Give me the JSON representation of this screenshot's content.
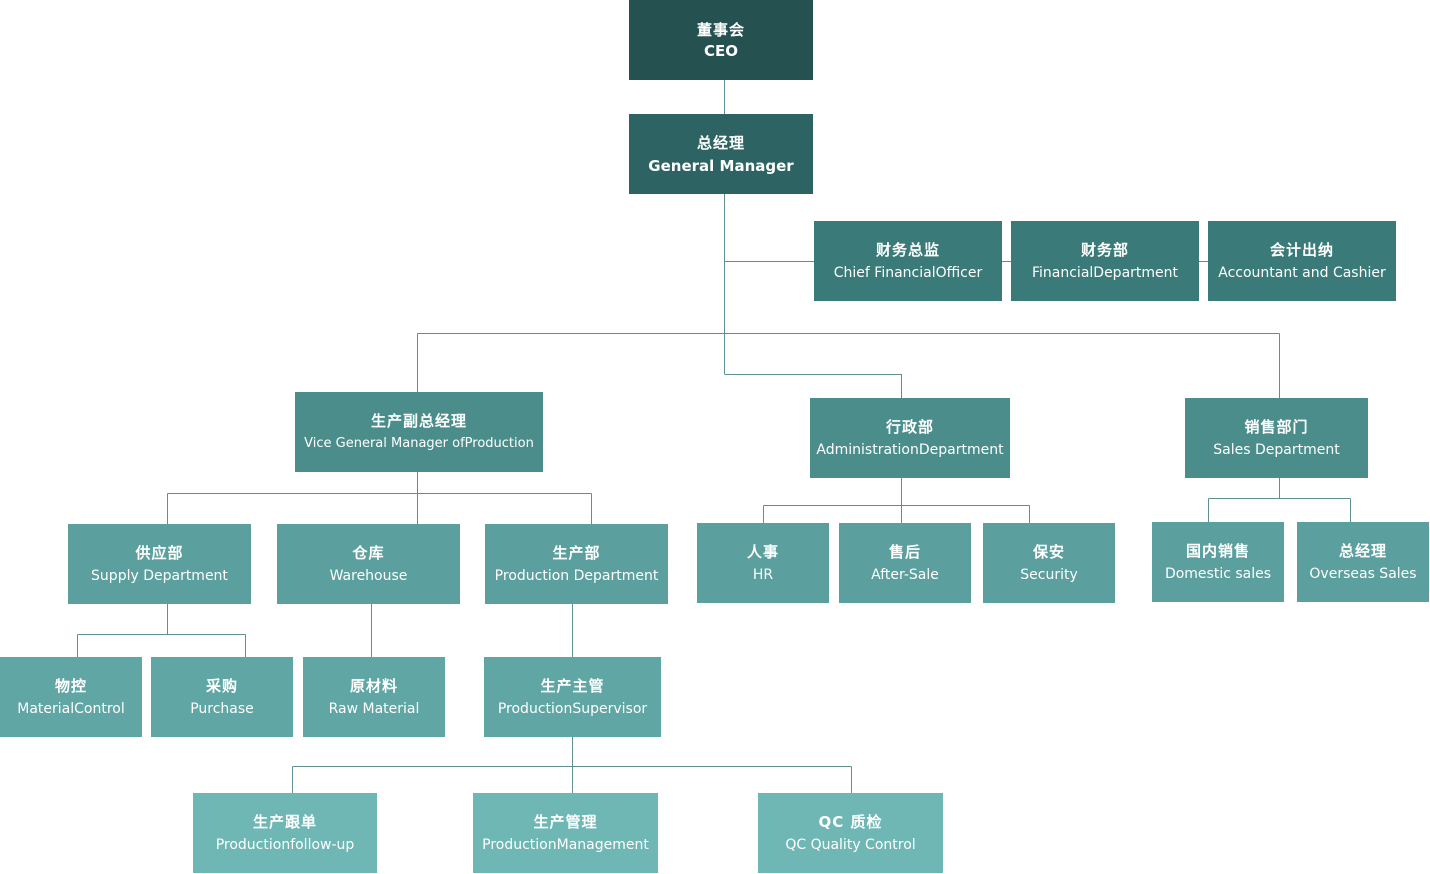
{
  "colors": {
    "line": "#5f8f8e",
    "board": "#255150",
    "manager": "#2d6463",
    "finance": "#3a7b79",
    "department": "#4a8d8b",
    "sub_department": "#5ba09e",
    "unit": "#60a6a4",
    "team": "#6fb7b5"
  },
  "nodes": {
    "ceo": {
      "zh": "董事会",
      "en": "CEO"
    },
    "gm": {
      "zh": "总经理",
      "en": "General Manager"
    },
    "cfo": {
      "zh": "财务总监",
      "en": "Chief FinancialOfficer"
    },
    "fin": {
      "zh": "财务部",
      "en": "FinancialDepartment"
    },
    "acc": {
      "zh": "会计出纳",
      "en": "Accountant and Cashier"
    },
    "vgm": {
      "zh": "生产副总经理",
      "en": "Vice General Manager ofProduction"
    },
    "admin": {
      "zh": "行政部",
      "en": "AdministrationDepartment"
    },
    "sales": {
      "zh": "销售部门",
      "en": "Sales Department"
    },
    "supply": {
      "zh": "供应部",
      "en": "Supply Department"
    },
    "warehouse": {
      "zh": "仓库",
      "en": "Warehouse"
    },
    "production": {
      "zh": "生产部",
      "en": "Production Department"
    },
    "hr": {
      "zh": "人事",
      "en": "HR"
    },
    "after_sale": {
      "zh": "售后",
      "en": "After-Sale"
    },
    "security": {
      "zh": "保安",
      "en": "Security"
    },
    "domestic": {
      "zh": "国内销售",
      "en": "Domestic sales"
    },
    "overseas": {
      "zh": "总经理",
      "en": "Overseas Sales"
    },
    "material_control": {
      "zh": "物控",
      "en": "MaterialControl"
    },
    "purchase": {
      "zh": "采购",
      "en": "Purchase"
    },
    "raw_material": {
      "zh": "原材料",
      "en": "Raw Material"
    },
    "supervisor": {
      "zh": "生产主管",
      "en": "ProductionSupervisor"
    },
    "followup": {
      "zh": "生产跟单",
      "en": "Productionfollow-up"
    },
    "management": {
      "zh": "生产管理",
      "en": "ProductionManagement"
    },
    "qc": {
      "zh": "QC 质检",
      "en": "QC Quality Control"
    }
  }
}
